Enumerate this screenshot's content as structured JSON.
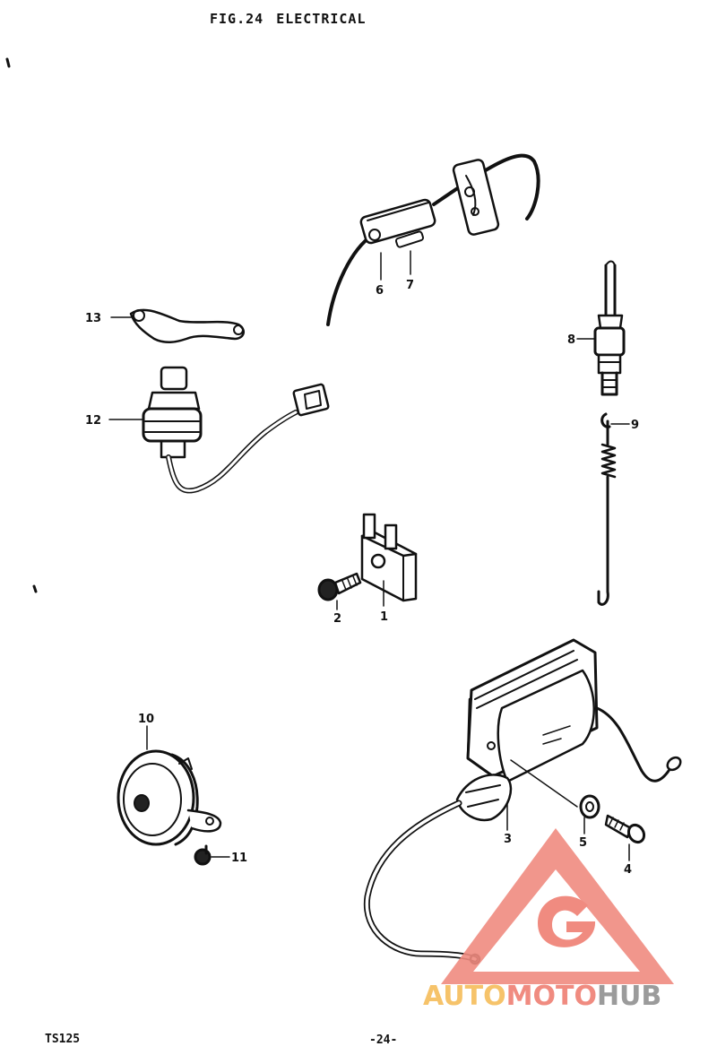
{
  "header": {
    "fig": "FIG.24",
    "title": "ELECTRICAL"
  },
  "footer": {
    "model": "TS125",
    "page": "-24-"
  },
  "callouts": {
    "p1": "1",
    "p2": "2",
    "p3": "3",
    "p4": "4",
    "p5": "5",
    "p6": "6",
    "p7": "7",
    "p8": "8",
    "p9": "9",
    "p10": "10",
    "p11": "11",
    "p12": "12",
    "p13": "13"
  },
  "watermark": {
    "part1": "AUTO",
    "part2": "MOTO",
    "part3": "HUB",
    "colors": {
      "auto": "#f6c36a",
      "moto": "#f08b80",
      "hub": "#9b9b9b",
      "logo": "#f08b80"
    }
  }
}
